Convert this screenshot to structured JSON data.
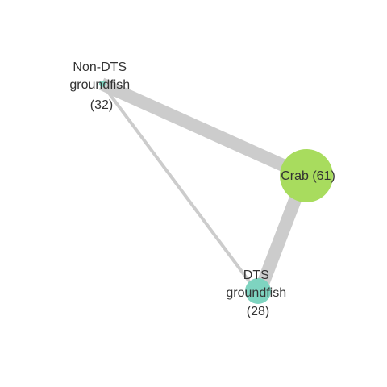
{
  "network": {
    "edge_color": "#cccccc",
    "nodes": [
      {
        "id": "nondts",
        "label_lines": [
          "Non-DTS",
          "groundfish",
          "(32)"
        ],
        "value": 32,
        "color": "#7ed4c0"
      },
      {
        "id": "crab",
        "label_lines": [
          "Crab (61)"
        ],
        "value": 61,
        "color": "#a8dc5e"
      },
      {
        "id": "dts",
        "label_lines": [
          "DTS",
          "groundfish",
          "(28)"
        ],
        "value": 28,
        "color": "#7ed4c0"
      }
    ],
    "edges": [
      {
        "source": "nondts",
        "target": "crab",
        "weight": "heavy"
      },
      {
        "source": "crab",
        "target": "dts",
        "weight": "heavy"
      },
      {
        "source": "nondts",
        "target": "dts",
        "weight": "light"
      }
    ]
  }
}
